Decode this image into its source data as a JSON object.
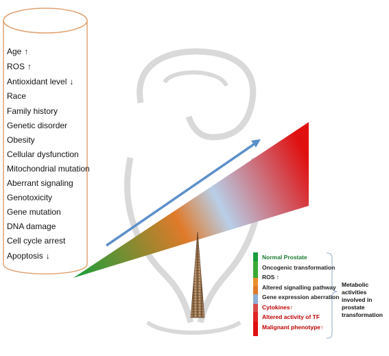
{
  "risk_factors": [
    {
      "label": "Age",
      "arrow": "↑"
    },
    {
      "label": "ROS",
      "arrow": "↑"
    },
    {
      "label": "Antioxidant level",
      "arrow": "↓"
    },
    {
      "label": "Race",
      "arrow": ""
    },
    {
      "label": "Family history",
      "arrow": ""
    },
    {
      "label": "Genetic disorder",
      "arrow": ""
    },
    {
      "label": "Obesity",
      "arrow": ""
    },
    {
      "label": "Cellular dysfunction",
      "arrow": ""
    },
    {
      "label": "Mitochondrial mutation",
      "arrow": ""
    },
    {
      "label": "Aberrant signaling",
      "arrow": ""
    },
    {
      "label": "Genotoxicity",
      "arrow": ""
    },
    {
      "label": "Gene mutation",
      "arrow": ""
    },
    {
      "label": "DNA damage",
      "arrow": ""
    },
    {
      "label": "Cell cycle arrest",
      "arrow": ""
    },
    {
      "label": "Apoptosis",
      "arrow": "↓"
    }
  ],
  "legend": {
    "items": [
      {
        "label": "Normal Prostate",
        "color": "#1a9e3a"
      },
      {
        "label": "Oncogenic transformation",
        "color": "#3aaa35"
      },
      {
        "label": "ROS ↑",
        "color": "#e8902c"
      },
      {
        "label": "Altered signalling pathway",
        "color": "#e07a2a"
      },
      {
        "label": "Gene expression aberration",
        "color": "#8fb0d6"
      },
      {
        "label": "Cytokines↑",
        "color": "#d84a4a"
      },
      {
        "label": "Altered activity of TF",
        "color": "#e02525"
      },
      {
        "label": "Malignant phenotype↑",
        "color": "#e01010"
      }
    ],
    "summary": "Metabolic activities involved in prostate transformation"
  },
  "colors": {
    "cylinder_outline": "#e0a070",
    "wedge_green": "#1a9e3a",
    "wedge_orange": "#e07a2a",
    "wedge_blue": "#b8cfe8",
    "wedge_red": "#e01010",
    "arrow_blue": "#5b8fc9",
    "watermark_gray": "#d9d9d9"
  }
}
